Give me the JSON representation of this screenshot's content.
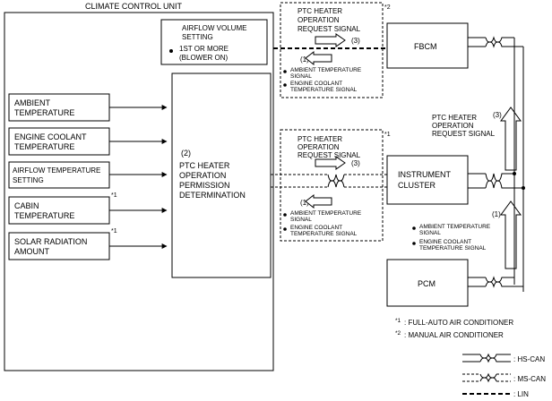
{
  "unit_title": "CLIMATE CONTROL UNIT",
  "airflow_volume": {
    "title": [
      "AIRFLOW VOLUME",
      "SETTING"
    ],
    "bullet": [
      "1ST OR MORE",
      "(BLOWER ON)"
    ]
  },
  "inputs": [
    {
      "lines": [
        "AMBIENT",
        "TEMPERATURE"
      ],
      "note": ""
    },
    {
      "lines": [
        "ENGINE COOLANT",
        "TEMPERATURE"
      ],
      "note": ""
    },
    {
      "lines": [
        "AIRFLOW TEMPERATURE",
        "SETTING"
      ],
      "note": ""
    },
    {
      "lines": [
        "CABIN",
        "TEMPERATURE"
      ],
      "note": "*1"
    },
    {
      "lines": [
        "SOLAR RADIATION",
        "AMOUNT"
      ],
      "note": "*1"
    }
  ],
  "determination": {
    "step": "(2)",
    "lines": [
      "PTC HEATER",
      "OPERATION",
      "PERMISSION",
      "DETERMINATION"
    ]
  },
  "request_signal_lines": [
    "PTC HEATER",
    "OPERATION",
    "REQUEST SIGNAL"
  ],
  "step_return": "(1)",
  "step_send": "(3)",
  "temp_signals": [
    [
      "AMBIENT TEMPERATURE",
      "SIGNAL"
    ],
    [
      "ENGINE COOLANT",
      "TEMPERATURE SIGNAL"
    ]
  ],
  "top_group_note": "*2",
  "mid_group_note": "*1",
  "modules": {
    "fbcm": "FBCM",
    "cluster": [
      "INSTRUMENT",
      "CLUSTER"
    ],
    "pcm": "PCM"
  },
  "footnotes": [
    {
      "mark": "*1",
      "text": ": FULL-AUTO AIR CONDITIONER"
    },
    {
      "mark": "*2",
      "text": ": MANUAL AIR CONDITIONER"
    }
  ],
  "legend": [
    {
      "style": "hs-can",
      "label": ": HS-CAN"
    },
    {
      "style": "ms-can",
      "label": ": MS-CAN"
    },
    {
      "style": "lin",
      "label": ": LIN"
    }
  ]
}
